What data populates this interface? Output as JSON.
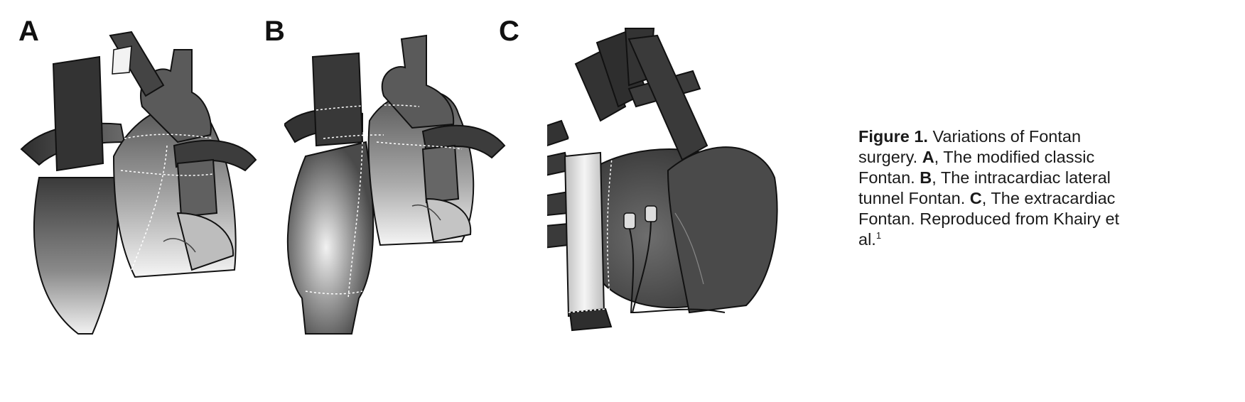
{
  "panels": [
    {
      "letter": "A"
    },
    {
      "letter": "B"
    },
    {
      "letter": "C"
    }
  ],
  "caption": {
    "figure_label": "Figure 1.",
    "title": " Variations of Fontan surgery.",
    "a_key": "A",
    "a_text": ", The modified classic Fontan. ",
    "b_key": "B",
    "b_text": ", The intracardiac lateral tunnel Fontan. ",
    "c_key": "C",
    "c_text": ", The extracardiac Fontan. Reproduced from Khairy et al.",
    "ref": "1"
  },
  "colors": {
    "dark": "#3a3a3a",
    "mid": "#7a7a7a",
    "light": "#e6e6e6"
  }
}
